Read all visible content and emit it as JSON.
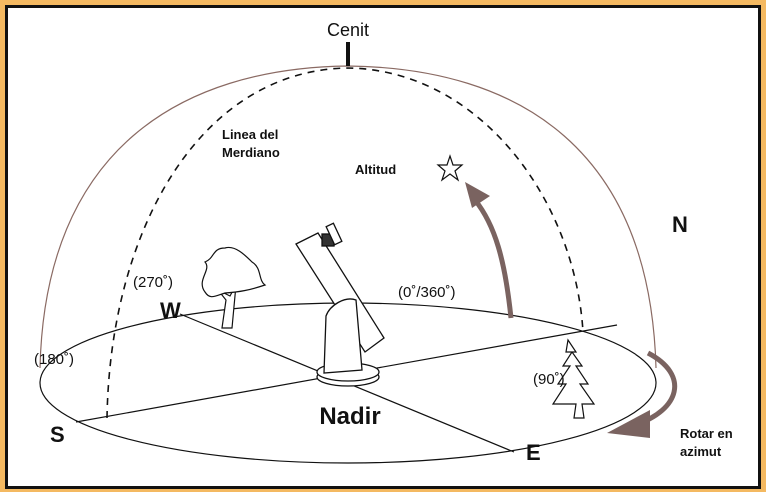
{
  "title": "Cenit",
  "bottom": "Nadir",
  "meridian": [
    "Linea del",
    "Merdiano"
  ],
  "altitude": "Altitud",
  "directions": {
    "north": "N",
    "south": "S",
    "east": "E",
    "west": "W"
  },
  "degrees": {
    "west": "(270˚)",
    "north": "(0˚/360˚)",
    "south": "(180˚)",
    "east": "(90˚)"
  },
  "rotate": [
    "Rotar en",
    "azimut"
  ],
  "colors": {
    "border": "#f4b961",
    "arrow": "#7a6360",
    "dome": "#8a6a63"
  }
}
